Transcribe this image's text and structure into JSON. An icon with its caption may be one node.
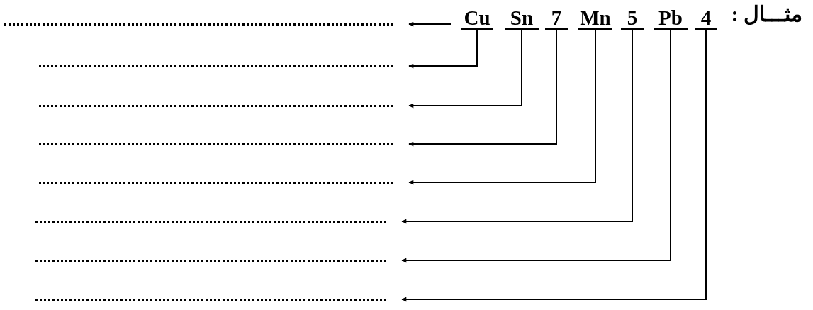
{
  "diagram": {
    "nodes": [
      {
        "text": [
          "Cu"
        ]
      },
      {
        "text": [
          "Sn"
        ]
      },
      {
        "text": [
          "7"
        ]
      },
      {
        "text": [
          "Mn"
        ]
      },
      {
        "text": [
          "5"
        ]
      },
      {
        "text": [
          "Pb"
        ]
      },
      {
        "text": [
          "4"
        ]
      },
      {
        "text": [],
        "shape": "line"
      },
      {
        "text": [],
        "shape": "line"
      },
      {
        "text": [],
        "shape": "line"
      },
      {
        "text": [],
        "shape": "line"
      },
      {
        "text": [],
        "shape": "line"
      },
      {
        "text": [],
        "shape": "line"
      },
      {
        "text": [],
        "shape": "line"
      },
      {
        "text": [],
        "shape": "line"
      }
    ],
    "edges": [
      {
        "from": 0,
        "to": 7,
        "arrow": "to"
      },
      {
        "from": 0,
        "to": 8,
        "arrow": "to"
      },
      {
        "from": 1,
        "to": 9,
        "arrow": "to"
      },
      {
        "from": 2,
        "to": 10,
        "arrow": "to"
      },
      {
        "from": 3,
        "to": 11,
        "arrow": "to"
      },
      {
        "from": 4,
        "to": 12,
        "arrow": "to"
      },
      {
        "from": 5,
        "to": 13,
        "arrow": "to"
      },
      {
        "from": 6,
        "to": 14,
        "arrow": "to"
      }
    ],
    "labels": [
      "مثـــال :"
    ]
  }
}
